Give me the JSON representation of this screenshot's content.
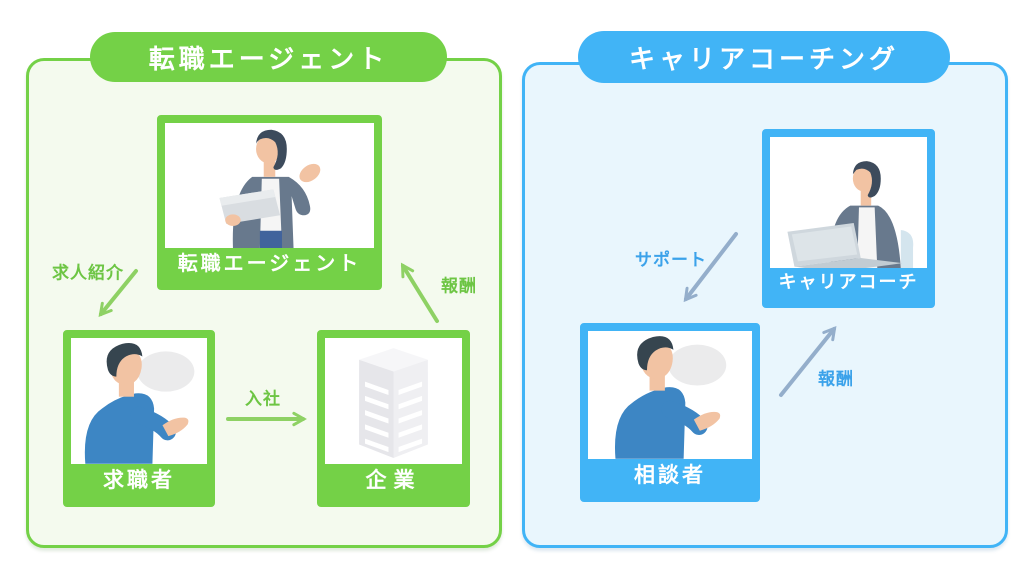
{
  "left_panel": {
    "title": "転職エージェント",
    "theme_color": "#74d147",
    "bg_color": "#f4faee",
    "arrow_color": "#8ed164",
    "label_color": "#6dc544",
    "boxes": [
      {
        "id": "agent",
        "label": "転職エージェント",
        "illustration": "agent-woman-holding-folder"
      },
      {
        "id": "seeker",
        "label": "求職者",
        "illustration": "man-with-speech-bubble"
      },
      {
        "id": "company",
        "label": "企業",
        "illustration": "office-building"
      }
    ],
    "arrows": [
      {
        "id": "job-intro",
        "label": "求人紹介",
        "from": "agent",
        "to": "seeker"
      },
      {
        "id": "join",
        "label": "入社",
        "from": "seeker",
        "to": "company"
      },
      {
        "id": "reward",
        "label": "報酬",
        "from": "company",
        "to": "agent"
      }
    ]
  },
  "right_panel": {
    "title": "キャリアコーチング",
    "theme_color": "#41b4f6",
    "bg_color": "#e9f6fd",
    "arrow_color": "#94aecb",
    "label_color": "#3ba2ea",
    "boxes": [
      {
        "id": "coach",
        "label": "キャリアコーチ",
        "illustration": "coach-woman-at-laptop"
      },
      {
        "id": "client",
        "label": "相談者",
        "illustration": "man-with-speech-bubble"
      }
    ],
    "arrows": [
      {
        "id": "support",
        "label": "サポート",
        "from": "coach",
        "to": "client"
      },
      {
        "id": "reward",
        "label": "報酬",
        "from": "client",
        "to": "coach"
      }
    ]
  }
}
